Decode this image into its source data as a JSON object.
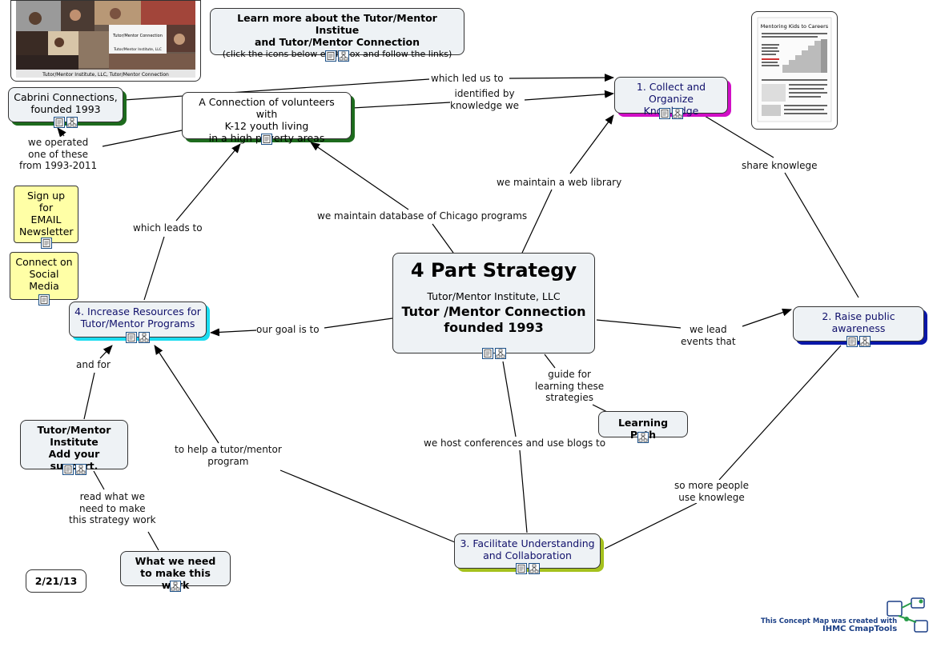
{
  "nodes": {
    "learn_more": {
      "l1": "Learn more about the Tutor/Mentor Institue",
      "l2": "and Tutor/Mentor Connection",
      "l3": "(click the icons below each box and follow the links)"
    },
    "cabrini": {
      "l1": "Cabrini Connections,",
      "l2": "founded 1993"
    },
    "connection": {
      "l1": "A Connection of volunteers with",
      "l2": "K-12 youth living",
      "l3": "in a high poverty areas"
    },
    "collect": {
      "l1": "1. Collect and",
      "l2": "Organize Knowledge"
    },
    "signup": {
      "l1": "Sign up",
      "l2": "for",
      "l3": "EMAIL",
      "l4": "Newsletter"
    },
    "social": {
      "l1": "Connect on",
      "l2": "Social",
      "l3": "Media"
    },
    "main": {
      "title": "4 Part Strategy",
      "sub": "Tutor/Mentor Institute, LLC",
      "l1": "Tutor /Mentor Connection",
      "l2": "founded 1993"
    },
    "increase": {
      "l1": "4. Increase Resources for",
      "l2": "Tutor/Mentor Programs"
    },
    "raise": {
      "l1": "2. Raise public",
      "l2": "awareness"
    },
    "learning_path": {
      "l1": "Learning Path"
    },
    "institute": {
      "l1": "Tutor/Mentor",
      "l2": "Institute",
      "l3": "Add your support."
    },
    "facilitate": {
      "l1": "3. Facilitate Understanding",
      "l2": "and Collaboration"
    },
    "what_we_need": {
      "l1": "What we need",
      "l2": "to make this work"
    },
    "date": {
      "l1": "2/21/13"
    }
  },
  "links": {
    "which_led": [
      "which led us to"
    ],
    "identified": [
      "identified by",
      "knowledge we"
    ],
    "we_operated": [
      "we operated",
      "one of these",
      "from 1993-2011"
    ],
    "share": [
      "share knowlege"
    ],
    "web_library": [
      "we maintain a web library"
    ],
    "database": [
      "we maintain database of Chicago programs"
    ],
    "which_leads": [
      "which leads to"
    ],
    "goal": [
      "our goal is to"
    ],
    "lead_events": [
      "we lead",
      "events that"
    ],
    "guide": [
      "guide for",
      "learning these",
      "strategies"
    ],
    "and_for": [
      "and for"
    ],
    "conferences": [
      "we host conferences and use blogs to"
    ],
    "help": [
      "to help a tutor/mentor",
      "program"
    ],
    "so_more": [
      "so more people",
      "use knowlege"
    ],
    "read_what": [
      "read what we",
      "need to make",
      "this strategy work"
    ]
  },
  "images": {
    "collage_caption": "Tutor/Mentor Institute, LLC, Tutor/Mentor Connection",
    "collage_logo": "Tutor/Mentor Connection",
    "collage_logo2": "Tutor/Mentor Institute, LLC",
    "poster_title": "Mentoring Kids to Careers"
  },
  "footer": {
    "l1": "This Concept Map was created with",
    "l2": "IHMC CmapTools"
  },
  "icon_names": [
    "document-icon",
    "concept-map-icon"
  ],
  "colors": {
    "node_bg": "#eef2f5",
    "link_text_blue": "#10106b",
    "yellow_bg": "#ffffa6"
  }
}
